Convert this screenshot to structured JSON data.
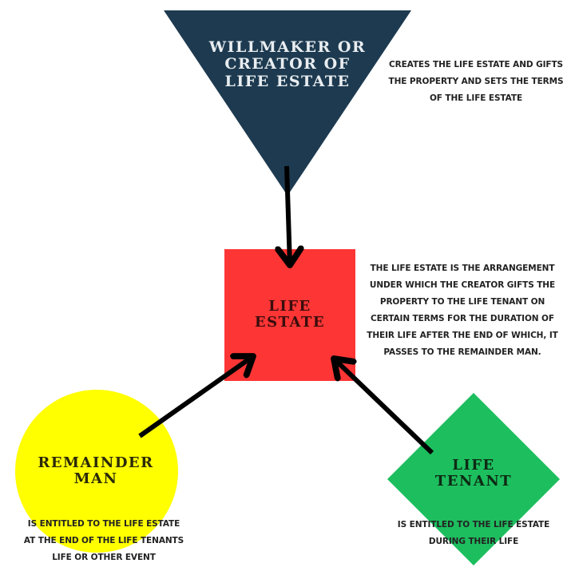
{
  "colors": {
    "creator": "#1d3a50",
    "life_estate": "#fd3535",
    "remainder_man": "#ffff00",
    "life_tenant": "#1dbe5e",
    "arrow": "#000000",
    "text_dark": "#222222"
  },
  "nodes": {
    "creator": {
      "shape": "inverted-triangle",
      "title": "WILLMAKER OR CREATOR OF LIFE ESTATE",
      "title_lines": [
        "WILLMAKER OR",
        "CREATOR OF",
        "LIFE ESTATE"
      ],
      "description_lines": [
        "CREATES THE LIFE ESTATE AND GIFTS",
        "THE PROPERTY AND SETS THE TERMS",
        "OF THE LIFE ESTATE"
      ]
    },
    "life_estate": {
      "shape": "square",
      "title_lines": [
        "LIFE",
        "ESTATE"
      ],
      "description_lines": [
        "THE LIFE ESTATE IS THE ARRANGEMENT",
        "UNDER WHICH THE CREATOR GIFTS THE",
        "PROPERTY TO THE LIFE TENANT ON",
        "CERTAIN TERMS FOR THE DURATION OF",
        "THEIR LIFE AFTER THE END OF WHICH, IT",
        "PASSES TO THE REMAINDER MAN."
      ]
    },
    "remainder_man": {
      "shape": "circle",
      "title_lines": [
        "REMAINDER",
        "MAN"
      ],
      "description_lines": [
        "IS ENTITLED TO THE LIFE ESTATE",
        "AT THE END OF THE LIFE TENANTS",
        "LIFE OR OTHER EVENT"
      ]
    },
    "life_tenant": {
      "shape": "diamond",
      "title_lines": [
        "LIFE",
        "TENANT"
      ],
      "description_lines": [
        "IS ENTITLED TO THE LIFE ESTATE",
        "DURING THEIR LIFE"
      ]
    }
  },
  "edges": [
    {
      "from": "creator",
      "to": "life_estate",
      "label": ""
    },
    {
      "from": "remainder_man",
      "to": "life_estate",
      "label": ""
    },
    {
      "from": "life_tenant",
      "to": "life_estate",
      "label": ""
    }
  ]
}
